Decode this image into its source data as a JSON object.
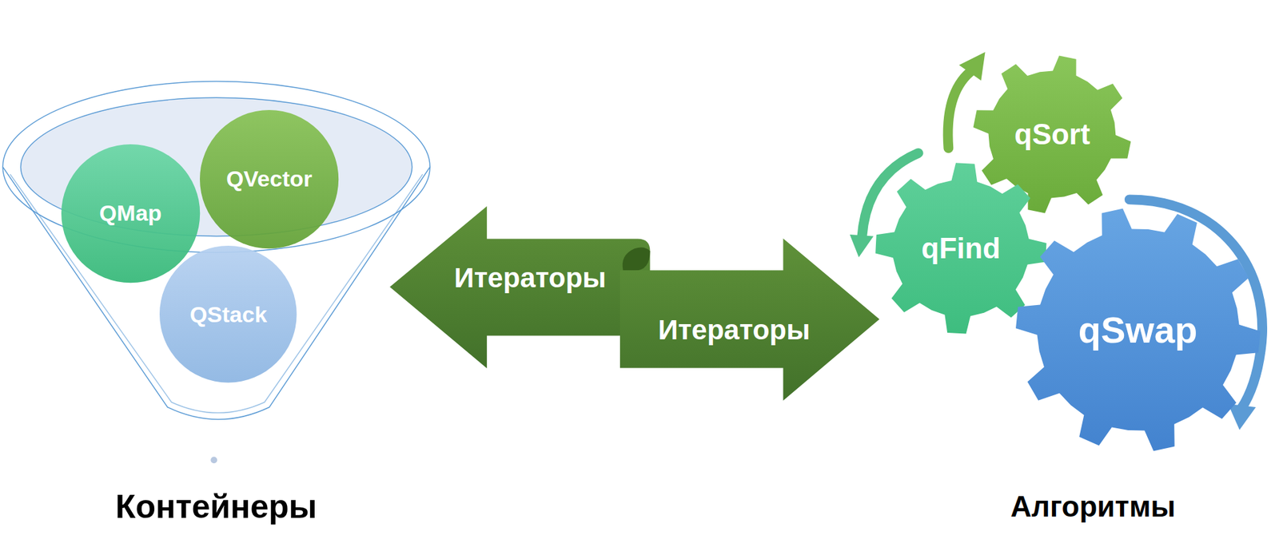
{
  "diagram": {
    "nodes": [
      {
        "text": [
          "QMap"
        ]
      },
      {
        "text": [
          "QVector"
        ]
      },
      {
        "text": [
          "QStack"
        ]
      },
      {
        "text": [
          "Итераторы"
        ]
      },
      {
        "text": [
          "Итераторы"
        ]
      },
      {
        "text": [
          "qSort"
        ]
      },
      {
        "text": [
          "qFind"
        ]
      },
      {
        "text": [
          "qSwap"
        ]
      }
    ],
    "labels": [
      "Контейнеры",
      "Алгоритмы"
    ]
  }
}
